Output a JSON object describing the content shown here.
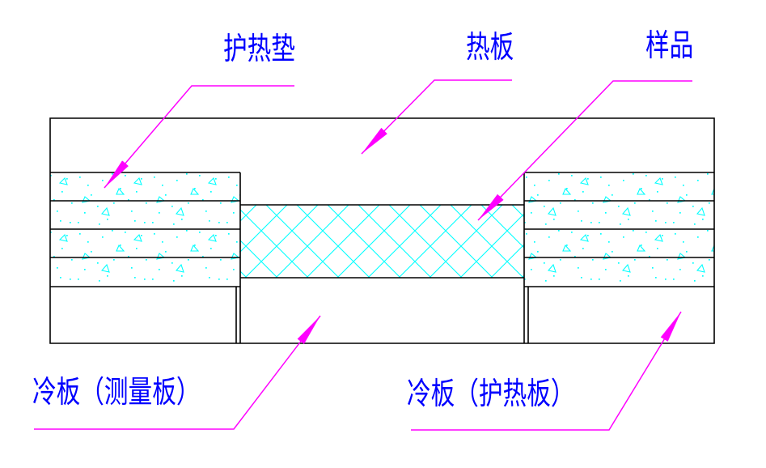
{
  "diagram": {
    "title": "guarded-hot-plate thermal apparatus cross-section",
    "labels": {
      "guard_pad": "护热垫",
      "hot_plate": "热板",
      "sample": "样品",
      "cold_plate_measuring": "冷板（测量板）",
      "cold_plate_guard": "冷板（护热板）"
    }
  },
  "colors": {
    "line": "#000000",
    "label": "#0000ff",
    "leader": "#ff00ff",
    "hatch": "#00ffff",
    "background": "#ffffff"
  }
}
